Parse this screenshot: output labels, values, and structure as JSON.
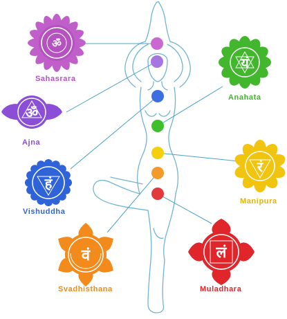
{
  "chakras": [
    {
      "name": "Sahasrara",
      "label": "Sahasrara",
      "symbol": "ॐ",
      "color": "#b552c0"
    },
    {
      "name": "Ajna",
      "label": "Ajna",
      "symbol": "ॐ",
      "color": "#8a4fd6"
    },
    {
      "name": "Vishuddha",
      "label": "Vishuddha",
      "symbol": "हं",
      "color": "#2f63d8"
    },
    {
      "name": "Anahata",
      "label": "Anahata",
      "symbol": "यं",
      "color": "#42b62c"
    },
    {
      "name": "Manipura",
      "label": "Manipura",
      "symbol": "रं",
      "color": "#f1c40f"
    },
    {
      "name": "Svadhisthana",
      "label": "Svadhisthana",
      "symbol": "वं",
      "color": "#f28a1c"
    },
    {
      "name": "Muladhara",
      "label": "Muladhara",
      "symbol": "लं",
      "color": "#e0262b"
    }
  ],
  "body_dots": [
    {
      "chakra": "Sahasrara",
      "color": "#c868d0"
    },
    {
      "chakra": "Ajna",
      "color": "#a775e0"
    },
    {
      "chakra": "Vishuddha",
      "color": "#3c6fe0"
    },
    {
      "chakra": "Anahata",
      "color": "#3fbf2e"
    },
    {
      "chakra": "Manipura",
      "color": "#f4d00c"
    },
    {
      "chakra": "Svadhisthana",
      "color": "#f49a2a"
    },
    {
      "chakra": "Muladhara",
      "color": "#e23a3a"
    }
  ],
  "figure": {
    "outline_color": "#6fb4d4",
    "line_color": "#4aa3c9"
  }
}
